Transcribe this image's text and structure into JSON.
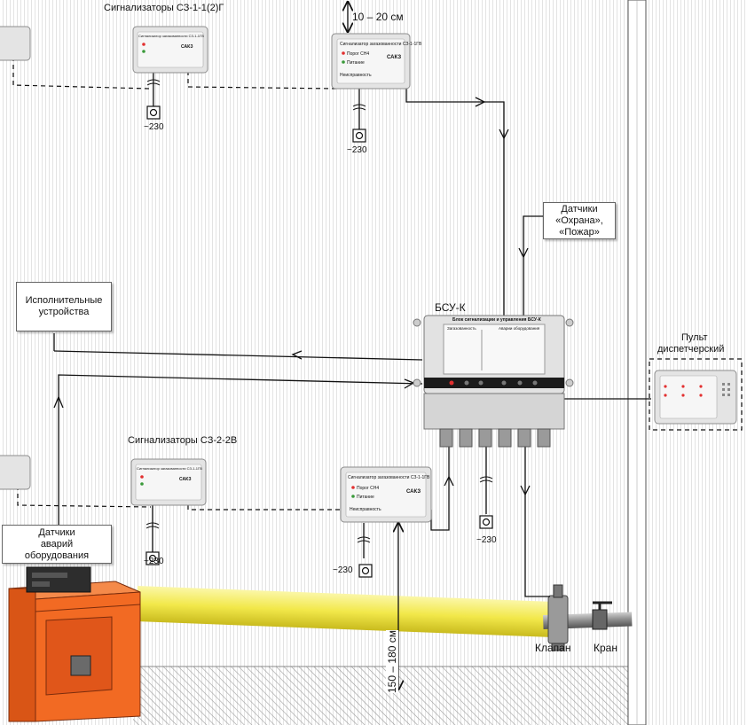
{
  "labels": {
    "signal_top": "Сигнализаторы СЗ-1-1(2)Г",
    "signal_bottom": "Сигнализаторы СЗ-2-2В",
    "bsu": "БСУ-К",
    "console": [
      "Пульт",
      "диспетчерский"
    ],
    "sensors_security": [
      "Датчики",
      "«Охрана»,",
      "«Пожар»"
    ],
    "actuators": [
      "Исполнительные",
      "устройства"
    ],
    "sensors_failure": [
      "Датчики",
      "аварий",
      "оборудования"
    ],
    "dist_top": "10 – 20 см",
    "dist_bottom": "150 – 180 см",
    "valve": "Клапан",
    "tap": "Кран",
    "power": "~230"
  },
  "device": {
    "title": "Сигнализатор загазованности СЗ-1-1ГВ",
    "row1": "Порог CH4",
    "row2": "Питание",
    "row3": "Неисправность",
    "brand": "САКЗ"
  },
  "bsu_panel": {
    "title": "Блок сигнализации и управления БСУ-К",
    "left_header": "Загазованность",
    "right_header": "Аварии оборудования"
  },
  "colors": {
    "pipe": "#f2e84a",
    "boiler": "#f26a23",
    "boiler_dark": "#b8461a",
    "device": "#e4e4e4",
    "line": "#111111"
  }
}
